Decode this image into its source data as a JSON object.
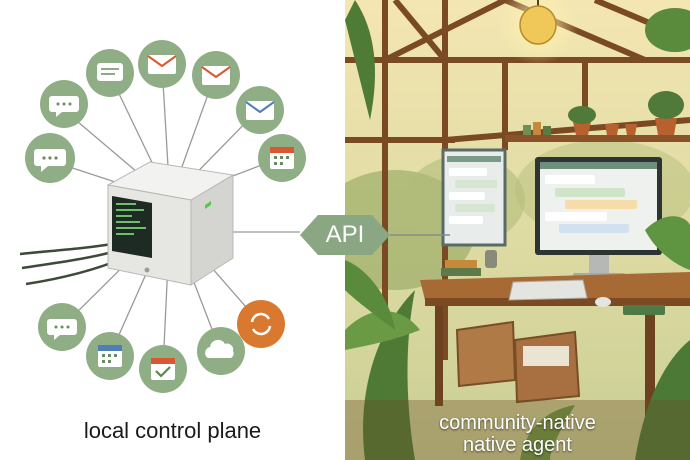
{
  "labels": {
    "left_caption": "local control plane",
    "right_caption_line1": "community-native",
    "right_caption_line2": "native agent",
    "api": "API"
  },
  "colors": {
    "bubble": "#8fae86",
    "bubble_orange": "#d9782f",
    "api_badge": "#8aa682",
    "connector": "#8a8a8a"
  },
  "icons": [
    "chat-bubble-icon",
    "chat-bubble-icon",
    "chat-bubble-icon",
    "mail-icon",
    "mail-icon",
    "mail-icon",
    "calendar-icon",
    "chat-bubble-icon",
    "calendar-icon",
    "calendar-check-icon",
    "cloud-icon",
    "sync-icon"
  ]
}
